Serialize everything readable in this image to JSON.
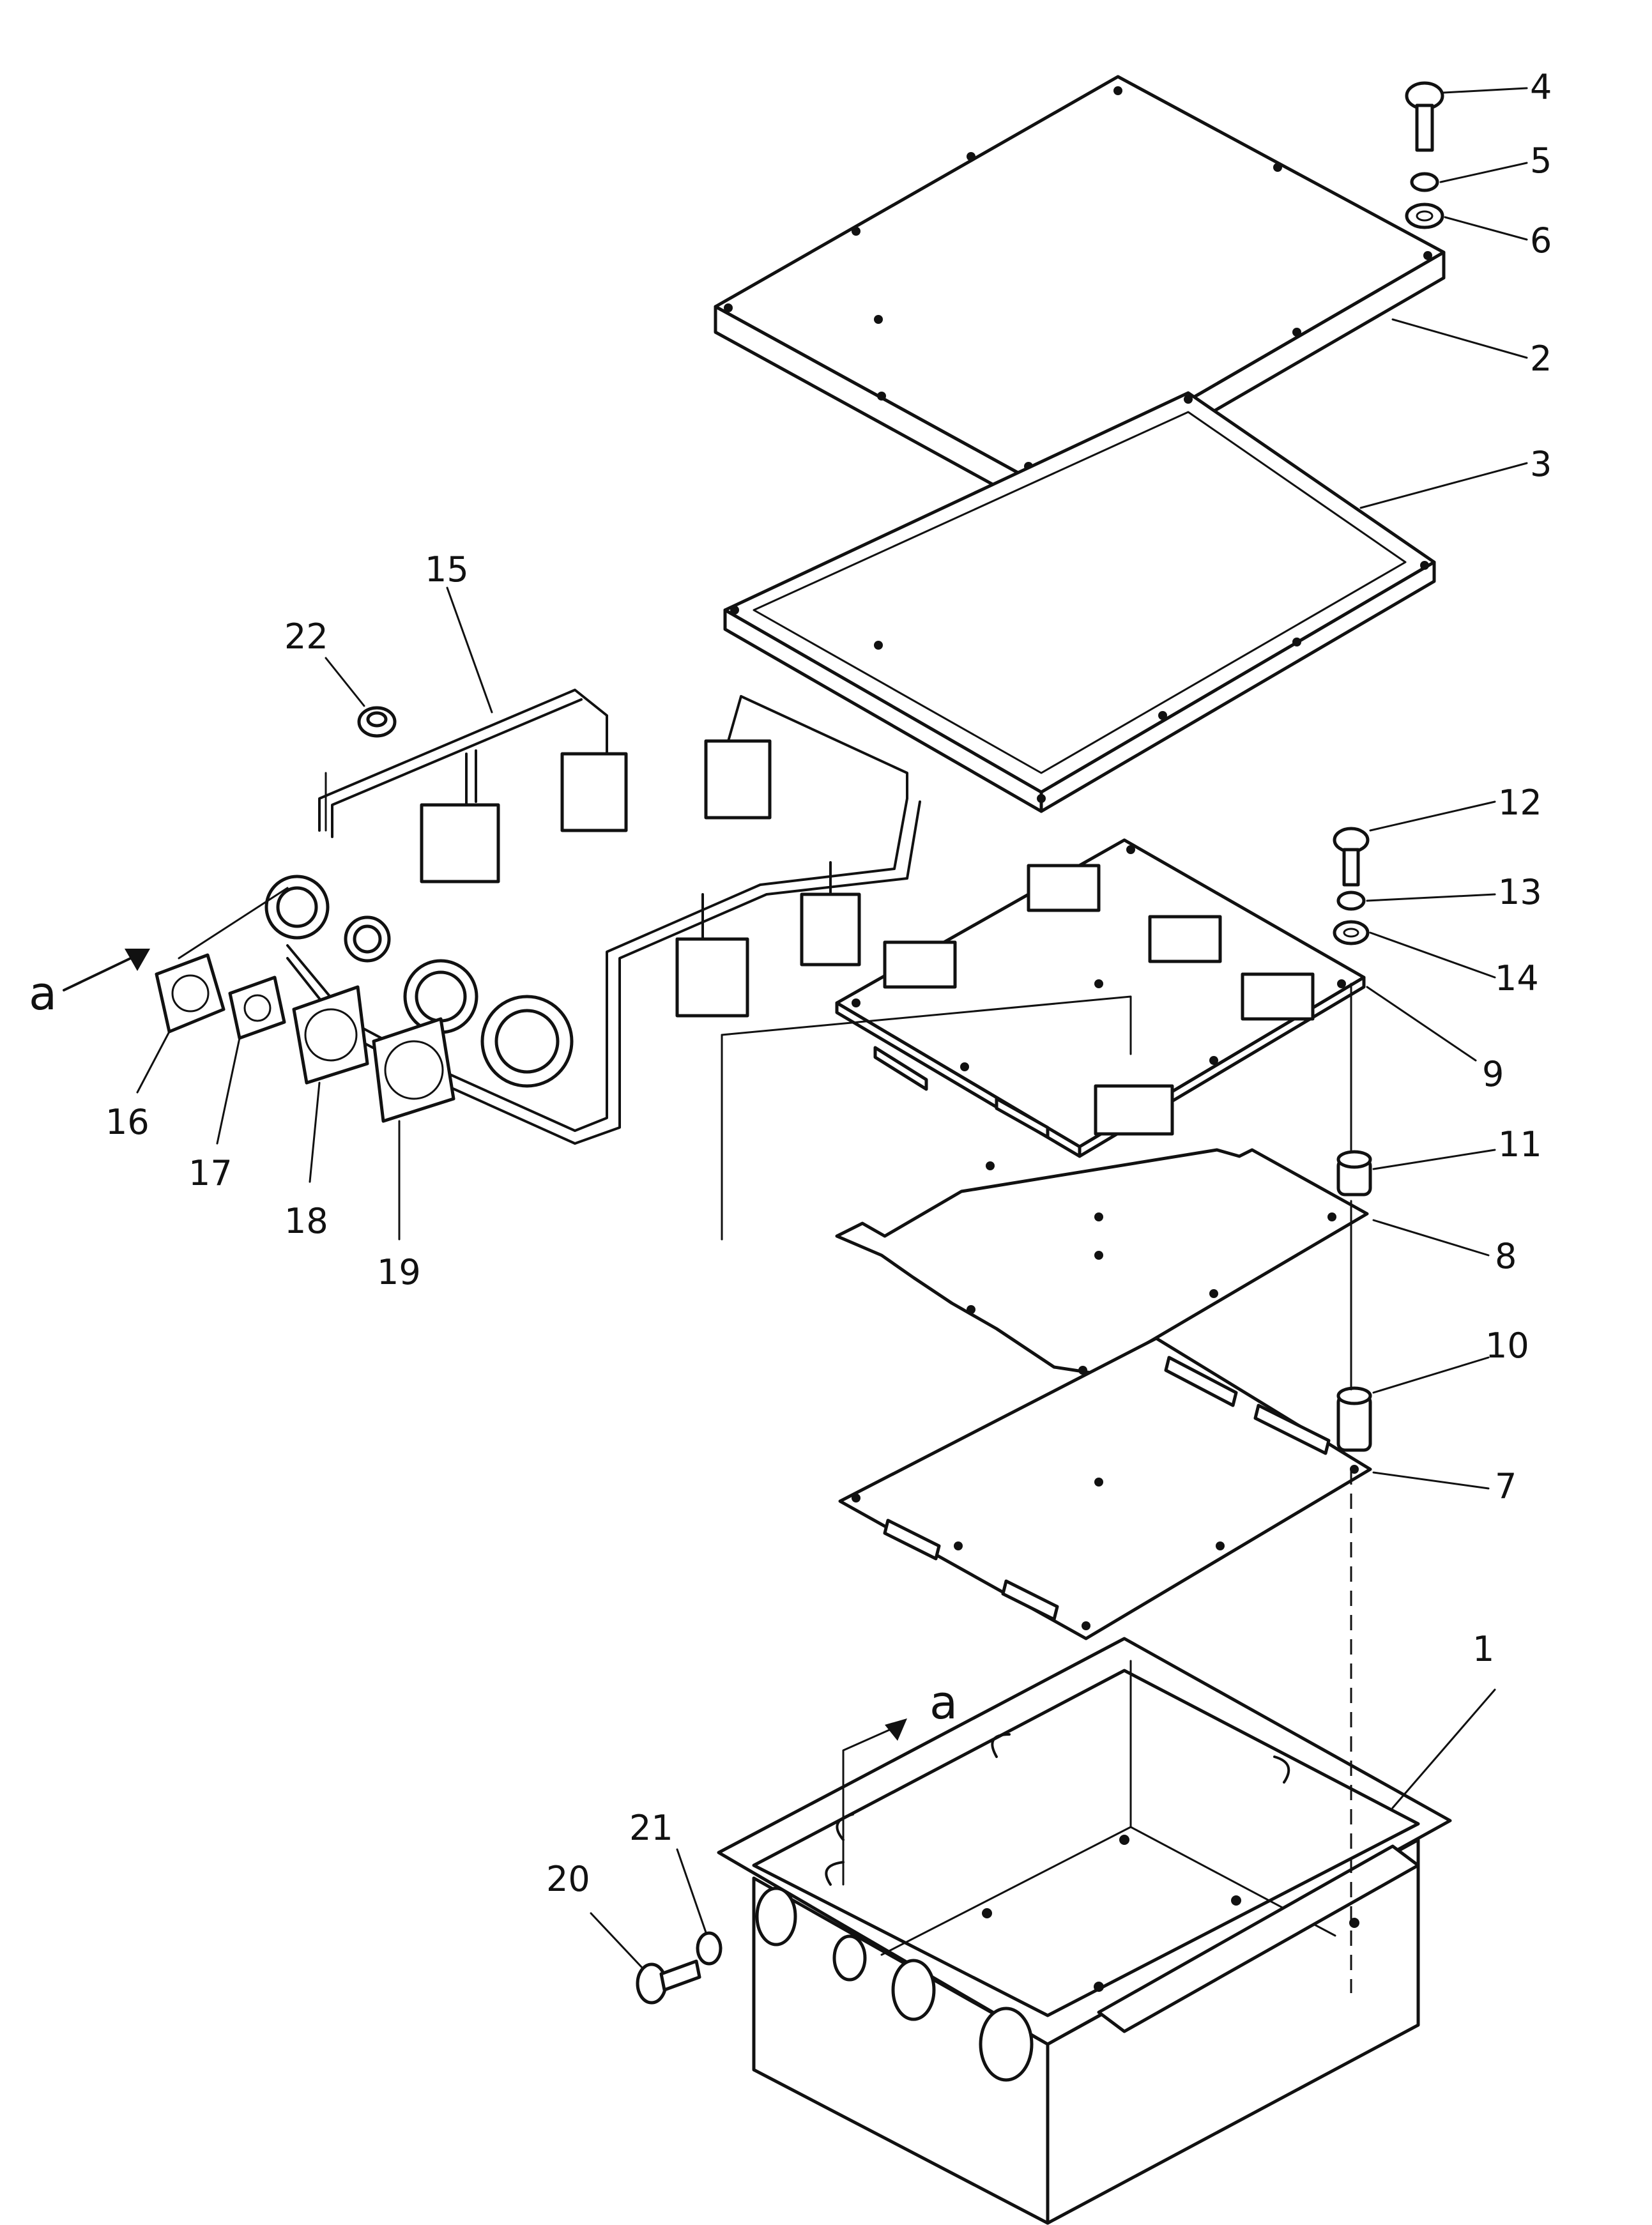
{
  "diagram": {
    "view_marker": "a",
    "callouts": [
      {
        "id": "1",
        "text": "1"
      },
      {
        "id": "2",
        "text": "2"
      },
      {
        "id": "3",
        "text": "3"
      },
      {
        "id": "4",
        "text": "4"
      },
      {
        "id": "5",
        "text": "5"
      },
      {
        "id": "6",
        "text": "6"
      },
      {
        "id": "7",
        "text": "7"
      },
      {
        "id": "8",
        "text": "8"
      },
      {
        "id": "9",
        "text": "9"
      },
      {
        "id": "10",
        "text": "10"
      },
      {
        "id": "11",
        "text": "11"
      },
      {
        "id": "12",
        "text": "12"
      },
      {
        "id": "13",
        "text": "13"
      },
      {
        "id": "14",
        "text": "14"
      },
      {
        "id": "15",
        "text": "15"
      },
      {
        "id": "16",
        "text": "16"
      },
      {
        "id": "17",
        "text": "17"
      },
      {
        "id": "18",
        "text": "18"
      },
      {
        "id": "19",
        "text": "19"
      },
      {
        "id": "20",
        "text": "20"
      },
      {
        "id": "21",
        "text": "21"
      },
      {
        "id": "22",
        "text": "22"
      }
    ]
  }
}
